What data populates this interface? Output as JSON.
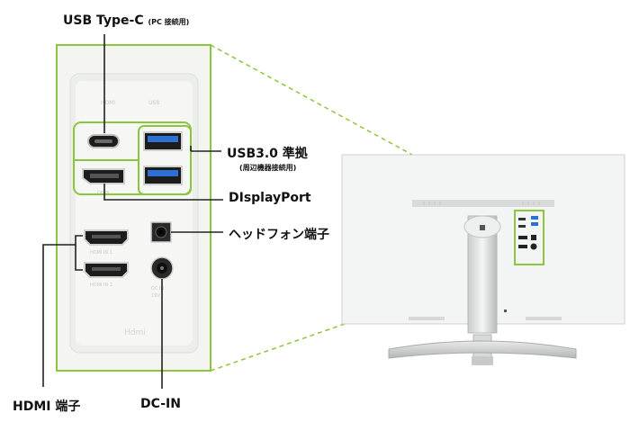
{
  "labels": {
    "usb_c": "USB Type-C",
    "usb_c_note": "(PC 接続用)",
    "usb30": "USB3.0 準拠",
    "usb30_note": "(周辺機器接続用)",
    "displayport": "DIsplayPort",
    "headphone": "ヘッドフォン端子",
    "hdmi": "HDMI 端子",
    "dc_in": "DC-IN"
  },
  "colors": {
    "callout_green": "#8cc63f",
    "leader_line": "#222222",
    "panel_bg": "#f2f3ef",
    "port_dark": "#1c1c1c",
    "usb_blue": "#2e6fd6"
  },
  "icons": {
    "usb_c_port": "usb-c-port-icon",
    "usb_a_port": "usb-a-port-icon",
    "displayport_port": "displayport-port-icon",
    "hdmi_port": "hdmi-port-icon",
    "audio_jack": "audio-jack-icon",
    "power_jack": "dc-power-jack-icon"
  }
}
